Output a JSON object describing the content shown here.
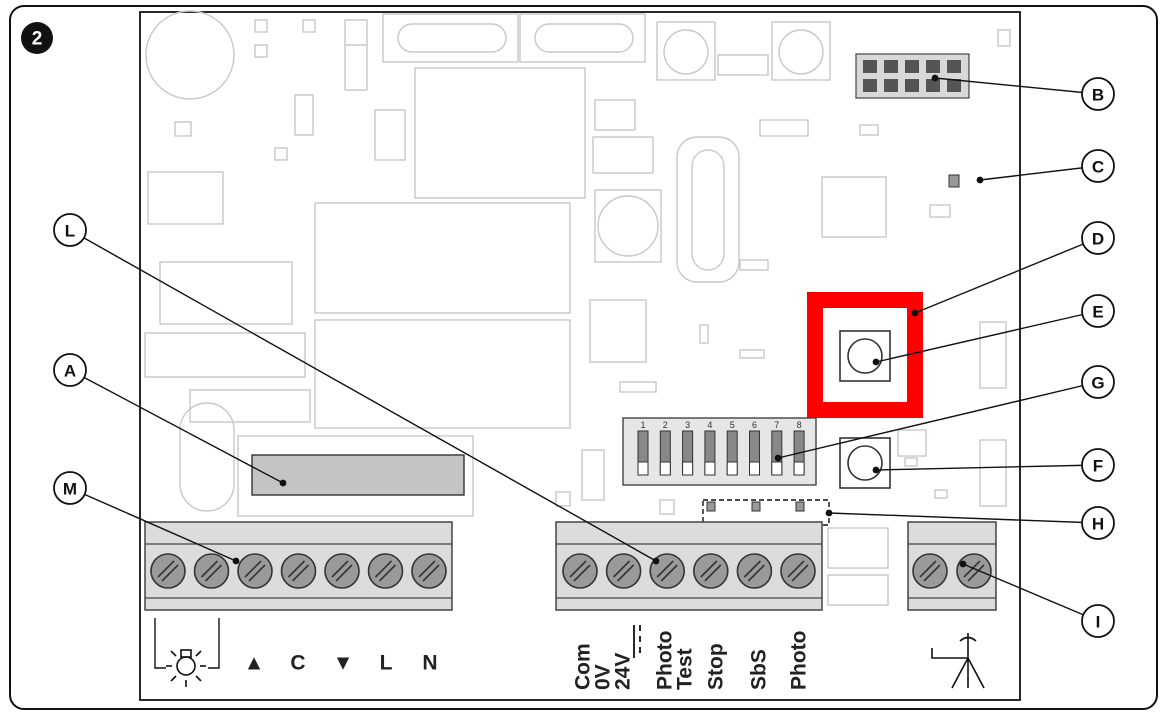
{
  "figure": {
    "number": "2",
    "highlight_color": "#ff0000",
    "callouts": [
      {
        "id": "a",
        "letter": "A"
      },
      {
        "id": "b",
        "letter": "B"
      },
      {
        "id": "c",
        "letter": "C"
      },
      {
        "id": "d",
        "letter": "D"
      },
      {
        "id": "e",
        "letter": "E"
      },
      {
        "id": "f",
        "letter": "F"
      },
      {
        "id": "g",
        "letter": "G"
      },
      {
        "id": "h",
        "letter": "H"
      },
      {
        "id": "i",
        "letter": "I"
      },
      {
        "id": "l",
        "letter": "L"
      },
      {
        "id": "m",
        "letter": "M"
      }
    ],
    "motor_terminal_labels": {
      "lamp_icon": "lamp-icon",
      "open": "▲",
      "common": "C",
      "close": "▼",
      "line": "L",
      "neutral": "N"
    },
    "io_terminal_labels": {
      "com": "Com",
      "zero_v": "0V",
      "v24": "24V",
      "photo_test_1": "Photo",
      "photo_test_2": "Test",
      "stop": "Stop",
      "sbs": "SbS",
      "photo": "Photo"
    },
    "antenna_icon": "antenna-icon",
    "dip_switch_numbers": [
      "1",
      "2",
      "3",
      "4",
      "5",
      "6",
      "7",
      "8"
    ]
  }
}
